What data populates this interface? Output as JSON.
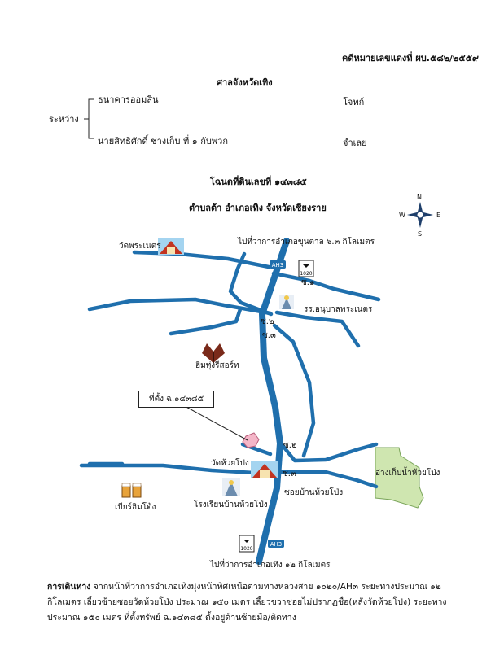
{
  "header": {
    "case_no": "คดีหมายเลขแดงที่ ผบ.๕๘๒/๒๕๕๙",
    "court": "ศาลจังหวัดเทิง",
    "between_label": "ระหว่าง",
    "plaintiff_name": "ธนาคารออมสิน",
    "plaintiff_role": "โจทก์",
    "defendant_name": "นายสิทธิศักดิ์  ช่างเก็บ  ที่  ๑  กับพวก",
    "defendant_role": "จำเลย"
  },
  "title": {
    "deed": "โฉนดที่ดินเลขที่ ๑๔๓๘๕",
    "location": "ตำบลต้า  อำเภอเทิง  จังหวัดเชียงราย"
  },
  "compass": {
    "n": "N",
    "s": "S",
    "e": "E",
    "w": "W"
  },
  "map_labels": {
    "to_khun_tan": "ไปที่ว่าการอำเภอขุนตาล ๖.๓ กิโลเมตร",
    "wat_phra_net": "วัดพระเนตร",
    "ah_top": "AH3",
    "route_top": "1020",
    "soi1": "ซ.๑",
    "kindergarten": "รร.อนุบาลพระเนตร",
    "soi2_top": "ซ.๒",
    "soi3_top": "ซ.๓",
    "resort": "ฮิมทุ่งรีสอร์ท",
    "site": "ที่ตั้ง ฉ.๑๔๓๘๕",
    "soi2_bottom": "ซ.๒",
    "wat_huai_pong": "วัดห้วยโป่ง",
    "soi3_bottom": "ซ.๓",
    "reservoir": "อ่างเก็บน้ำห้วยโป่ง",
    "soi_ban_huai_pong": "ซอยบ้านห้วยโป่ง",
    "beer_shop": "เบียร์ฮิมโต้ง",
    "school": "โรงเรียนบ้านห้วยโป่ง",
    "route_bottom": "1020",
    "ah_bottom": "AH3",
    "to_thoeng": "ไปที่ว่าการอำเภอเทิง ๑๒ กิโลเมตร"
  },
  "footer": {
    "heading": "การเดินทาง",
    "text": " จากหน้าที่ว่าการอำเภอเทิงมุ่งหน้าทิศเหนือตามทางหลวงสาย ๑๐๒๐/AH๓ ระยะทางประมาณ ๑๒ กิโลเมตร เลี้ยวซ้ายซอยวัดห้วยโป่ง ประมาณ ๑๕๐ เมตร เลี้ยวขวาซอยไม่ปรากฏชื่อ(หลังวัดห้วยโป่ง) ระยะทางประมาณ ๑๕๐ เมตร ที่ตั้งทรัพย์ ฉ.๑๔๓๘๕ ตั้งอยู่ด้านซ้ายมือ/ติดทาง"
  },
  "colors": {
    "road": "#1f6fad",
    "reservoir": "#cfe6b0",
    "site_marker": "#f4b6c8"
  }
}
